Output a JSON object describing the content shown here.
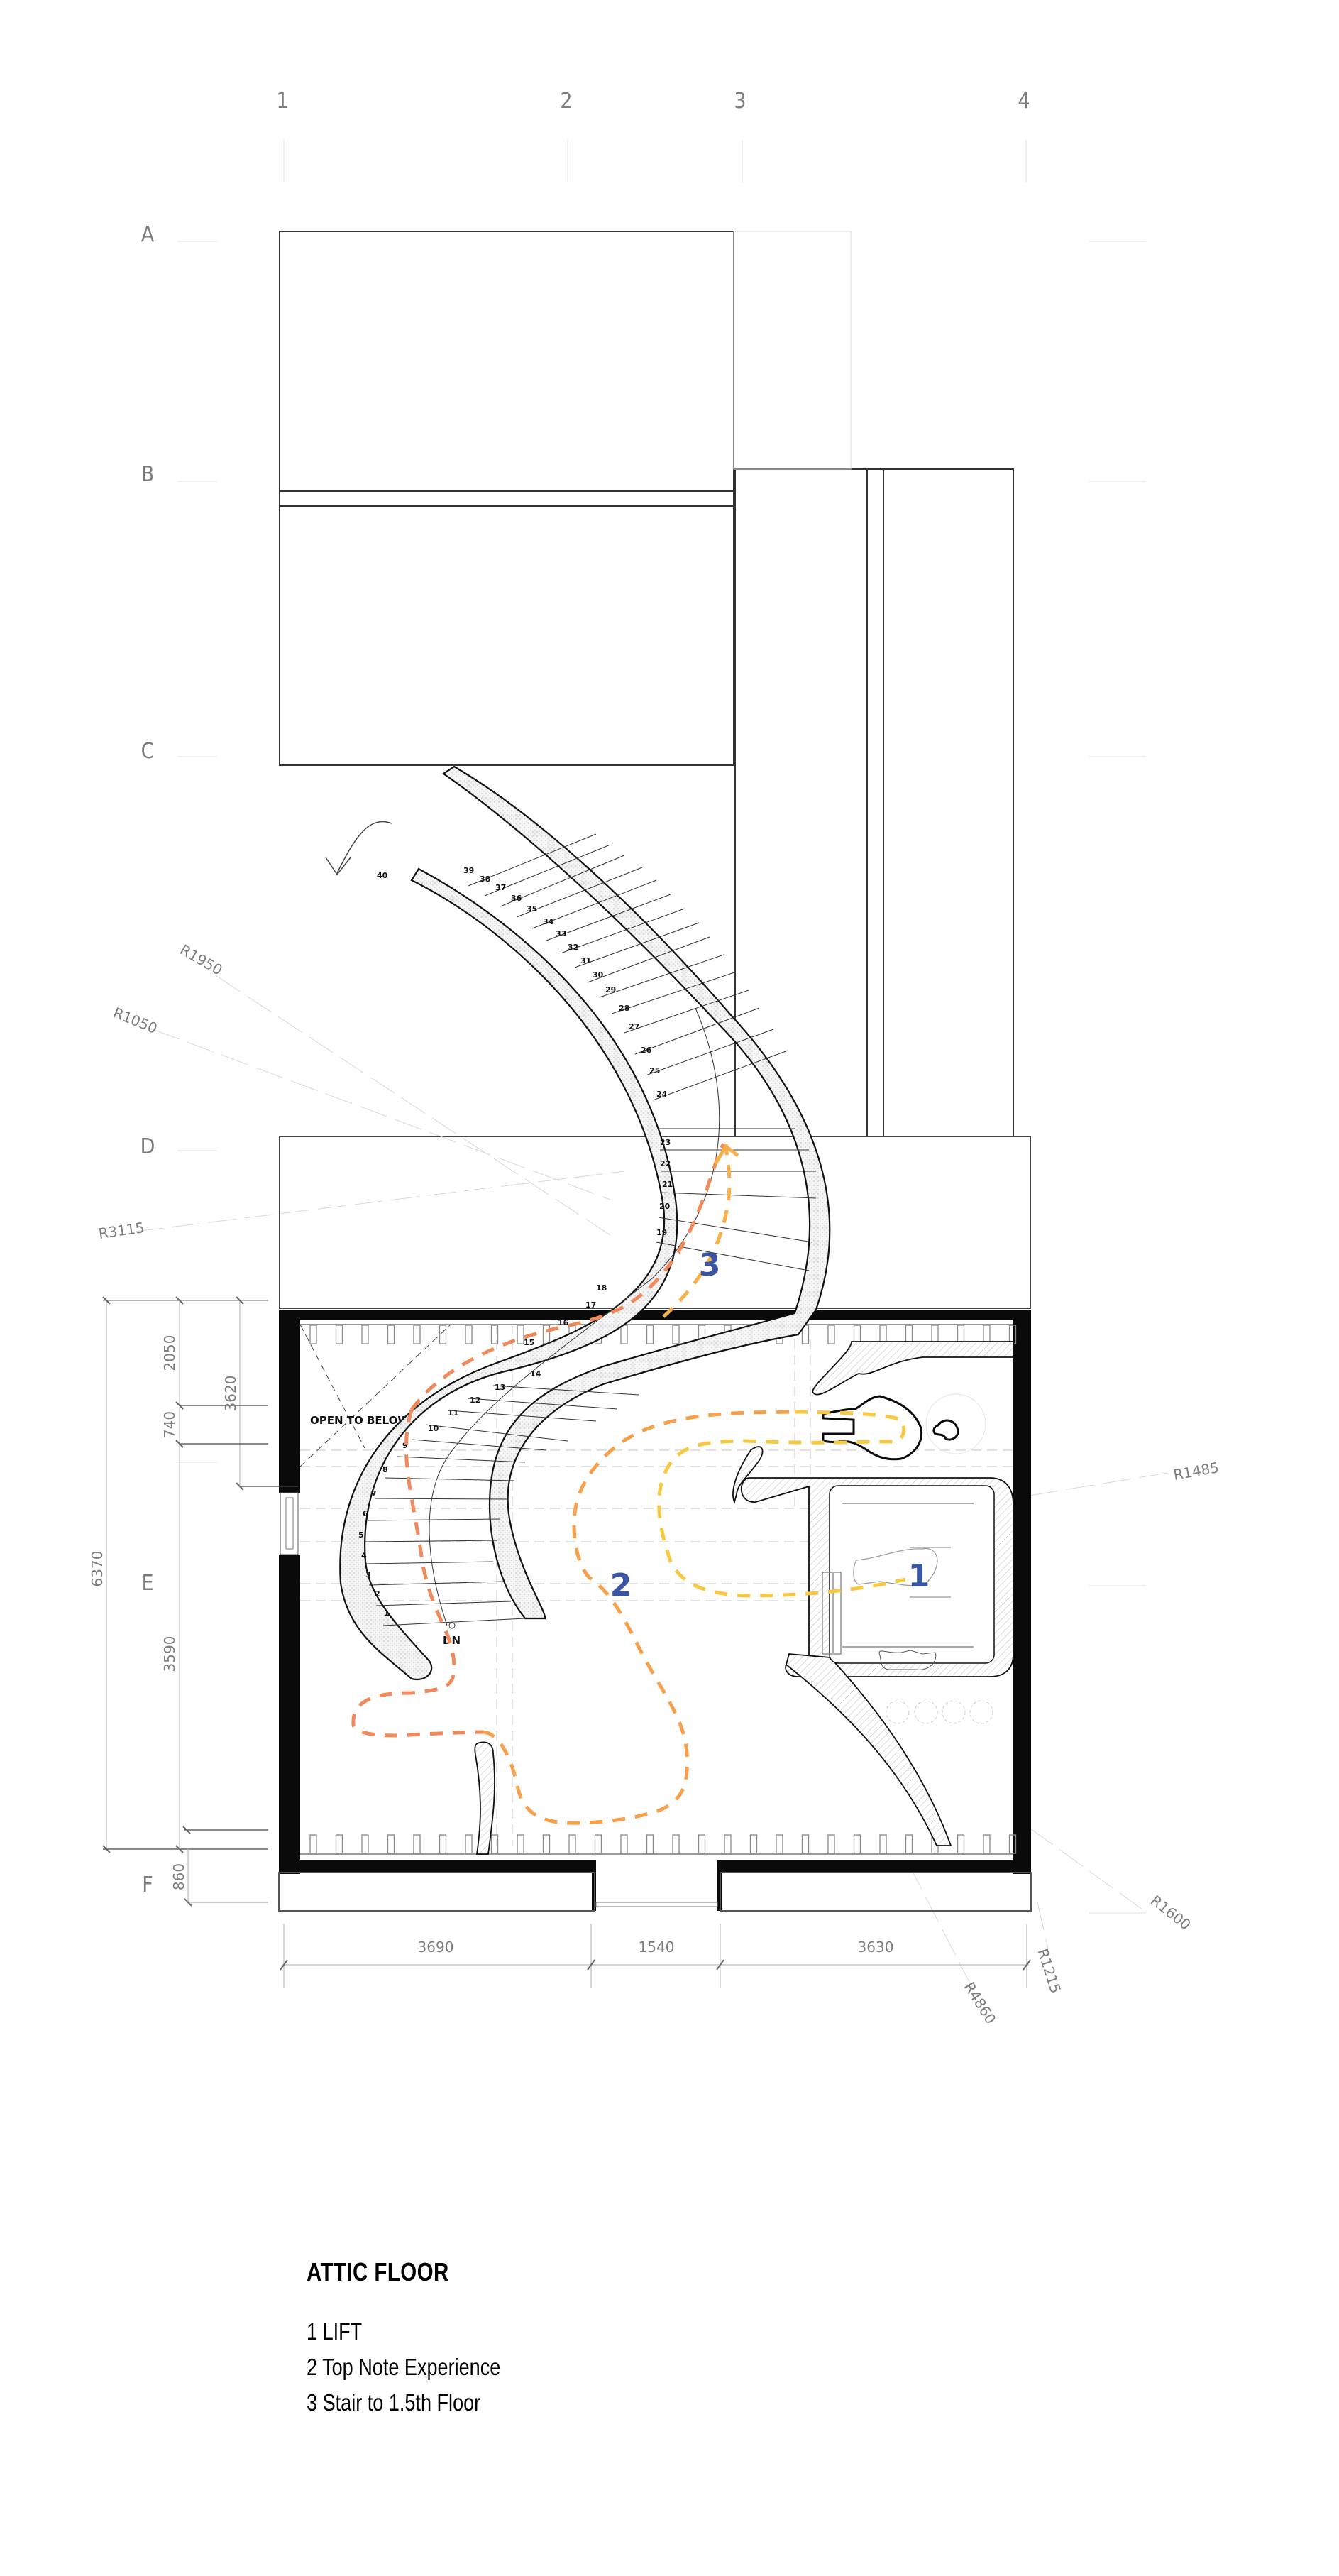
{
  "drawing": {
    "title": "ATTIC FLOOR",
    "legend": [
      {
        "number": "1",
        "label": "LIFT"
      },
      {
        "number": "2",
        "label": "Top Note Experience"
      },
      {
        "number": "3",
        "label": "Stair to 1.5th Floor"
      }
    ],
    "grid_columns": [
      "1",
      "2",
      "3",
      "4"
    ],
    "grid_rows": [
      "A",
      "B",
      "C",
      "D",
      "E",
      "F"
    ],
    "annotations": {
      "open_to_below": "OPEN TO BELOW",
      "down": "DN"
    },
    "space_tags": [
      "1",
      "2",
      "3"
    ],
    "stair_step_numbers": [
      "1",
      "2",
      "3",
      "4",
      "5",
      "6",
      "7",
      "8",
      "9",
      "10",
      "11",
      "12",
      "13",
      "14",
      "15",
      "16",
      "17",
      "18",
      "19",
      "20",
      "21",
      "22",
      "23",
      "24",
      "25",
      "26",
      "27",
      "28",
      "29",
      "30",
      "31",
      "32",
      "33",
      "34",
      "35",
      "36",
      "37",
      "38",
      "39",
      "40"
    ],
    "dimensions": {
      "horizontal": [
        "3690",
        "1540",
        "3630"
      ],
      "vertical_outer": "6370",
      "vertical_mid": [
        "2050",
        "740",
        "3590"
      ],
      "vertical_inner": "3620",
      "vertical_bottom": "860"
    },
    "radii": [
      "R1950",
      "R1050",
      "R3115",
      "R1485",
      "R1600",
      "R1215",
      "R4860"
    ],
    "colors": {
      "tag_blue": "#3a55a4",
      "path_orange": "#f08a5d",
      "path_amber": "#f7b04a",
      "path_yellow": "#f9d640",
      "wall": "#0a0a0a",
      "grid_label": "#7d7d7d"
    }
  }
}
